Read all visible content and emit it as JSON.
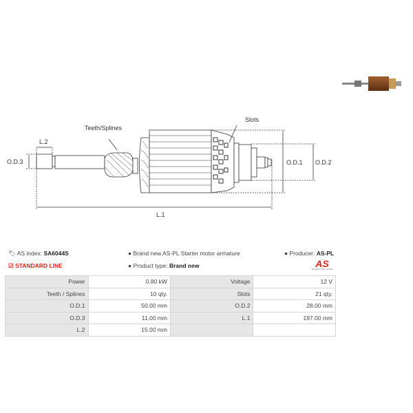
{
  "thumbnail": {
    "alt": "armature-photo"
  },
  "diagram": {
    "teeth_label": "Teeth/Splines",
    "slots_label": "Slots",
    "l2": "L.2",
    "od3": "O.D.3",
    "od1": "O.D.1",
    "od2": "O.D.2",
    "l1": "L.1"
  },
  "info": {
    "as_index_label": "AS index:",
    "as_index_value": "SA6044S",
    "description": "Brand new AS-PL Starter motor armature",
    "producer_label": "Producer:",
    "producer_value": "AS-PL",
    "standard_line": "STANDARD LINE",
    "product_type_label": "Product type:",
    "product_type_value": "Brand new",
    "logo_text": "AS",
    "logo_sub": "Alternators, Starters & Parts"
  },
  "colors": {
    "accent": "#e5231b"
  },
  "specs": [
    {
      "l1": "Power",
      "v1": "0.80 kW",
      "l2": "Voltage",
      "v2": "12 V"
    },
    {
      "l1": "Teeth / Splines",
      "v1": "10 qty.",
      "l2": "Slots",
      "v2": "21 qty."
    },
    {
      "l1": "O.D.1",
      "v1": "50.00 mm",
      "l2": "O.D.2",
      "v2": "28.00 mm"
    },
    {
      "l1": "O.D.3",
      "v1": "11.00 mm",
      "l2": "L.1",
      "v2": "197.00 mm"
    },
    {
      "l1": "L.2",
      "v1": "15.00 mm",
      "l2": "",
      "v2": ""
    }
  ]
}
